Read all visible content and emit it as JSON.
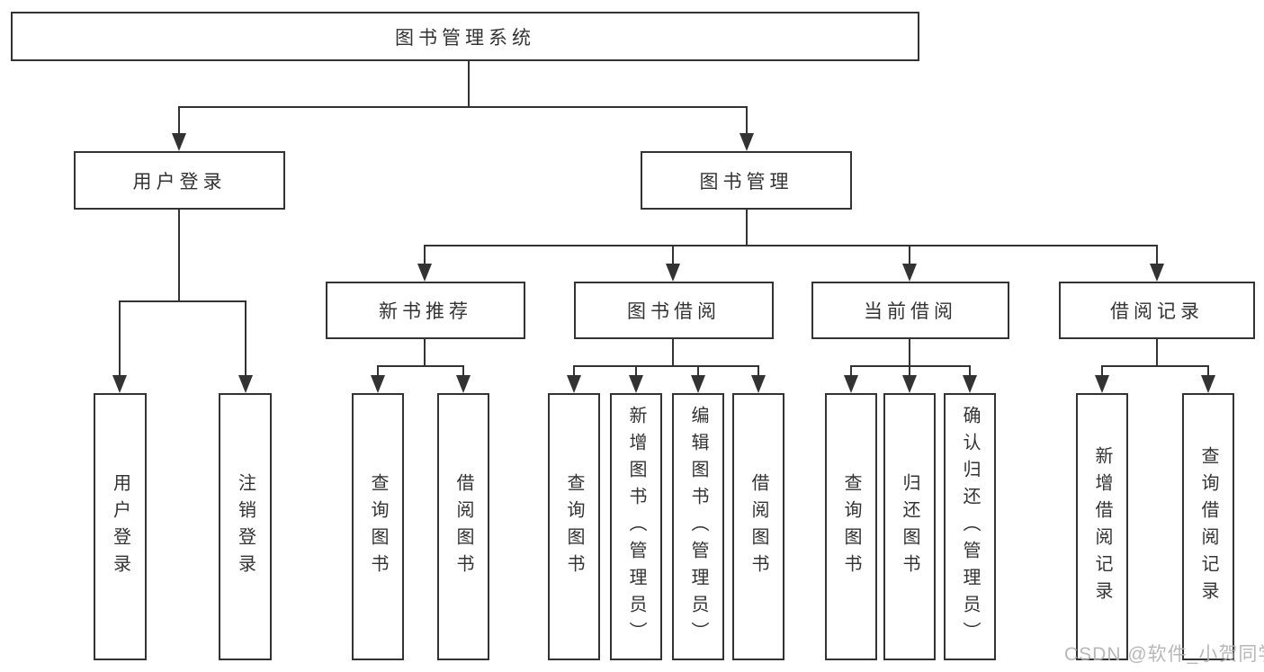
{
  "diagram": {
    "root": {
      "label": "图书管理系统"
    },
    "level2": [
      {
        "label": "用户登录"
      },
      {
        "label": "图书管理"
      }
    ],
    "level3": [
      {
        "label": "新书推荐",
        "parent": "图书管理"
      },
      {
        "label": "图书借阅",
        "parent": "图书管理"
      },
      {
        "label": "当前借阅",
        "parent": "图书管理"
      },
      {
        "label": "借阅记录",
        "parent": "图书管理"
      }
    ],
    "leaves": [
      {
        "label": "用户登录",
        "parent": "用户登录"
      },
      {
        "label": "注销登录",
        "parent": "用户登录"
      },
      {
        "label": "查询图书",
        "parent": "新书推荐"
      },
      {
        "label": "借阅图书",
        "parent": "新书推荐"
      },
      {
        "label": "查询图书",
        "parent": "图书借阅"
      },
      {
        "label": "新增图书（管理员）",
        "parent": "图书借阅"
      },
      {
        "label": "编辑图书（管理员）",
        "parent": "图书借阅"
      },
      {
        "label": "借阅图书",
        "parent": "图书借阅"
      },
      {
        "label": "查询图书",
        "parent": "当前借阅"
      },
      {
        "label": "归还图书",
        "parent": "当前借阅"
      },
      {
        "label": "确认归还（管理员）",
        "parent": "当前借阅"
      },
      {
        "label": "新增借阅记录",
        "parent": "借阅记录"
      },
      {
        "label": "查询借阅记录",
        "parent": "借阅记录"
      }
    ]
  },
  "watermark": {
    "text": "CSDN @软件_小贺同学"
  },
  "colors": {
    "line": "#333333",
    "text": "#333333",
    "background": "#ffffff",
    "watermark": "#b2b2b2"
  }
}
